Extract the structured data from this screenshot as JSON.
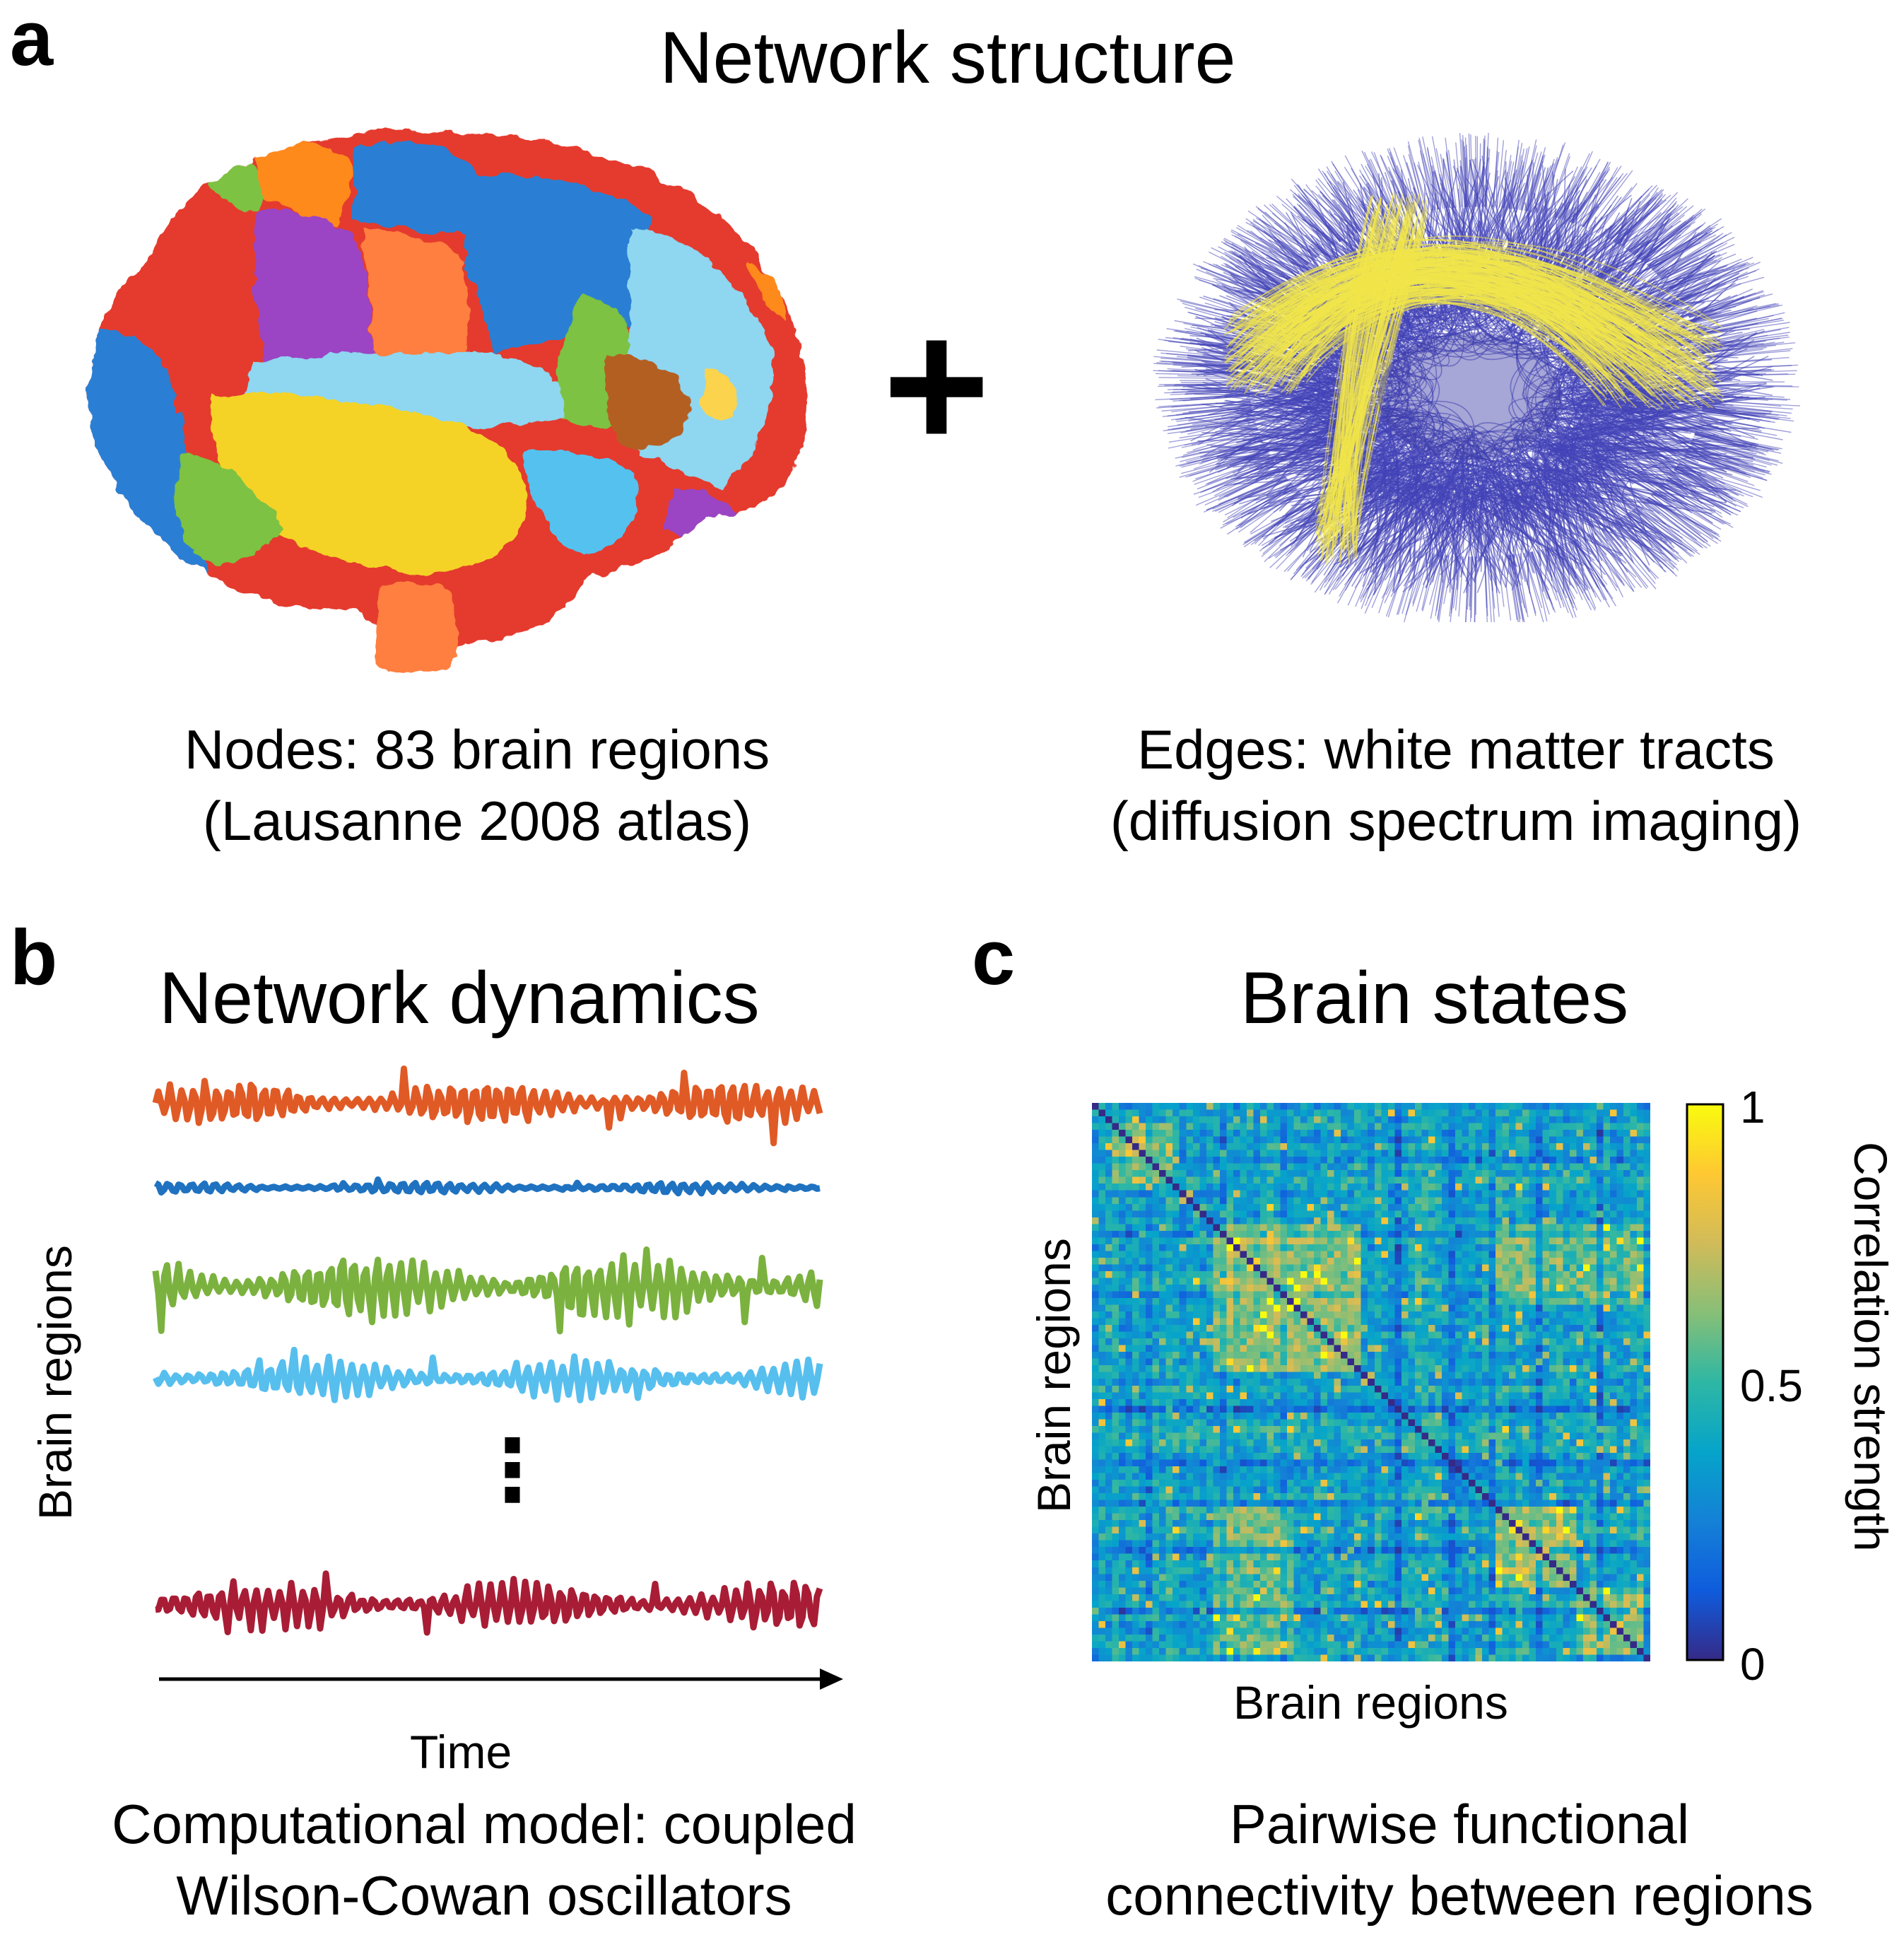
{
  "panel_a": {
    "letter": "a",
    "title": "Network structure",
    "plus": "+",
    "nodes_caption_line1": "Nodes: 83 brain regions",
    "nodes_caption_line2": "(Lausanne 2008 atlas)",
    "edges_caption_line1": "Edges: white matter tracts",
    "edges_caption_line2": "(diffusion spectrum imaging)",
    "atlas_colors": [
      "#e43b2e",
      "#2a7fd4",
      "#f5d327",
      "#ff8a1f",
      "#9b44c4",
      "#7dc242",
      "#8fd6f0",
      "#b45f22",
      "#ff7f3f",
      "#54c1ef"
    ],
    "tract_colors": {
      "main": "#4444b8",
      "highlight": "#f1e64a"
    }
  },
  "panel_b": {
    "letter": "b",
    "title": "Network dynamics",
    "ylabel": "Brain regions",
    "xlabel": "Time",
    "ellipsis": "⋮",
    "caption_line1": "Computational model: coupled",
    "caption_line2": "Wilson-Cowan oscillators",
    "traces": [
      {
        "color": "#e05a26",
        "amplitude": 0.9
      },
      {
        "color": "#1f72c0",
        "amplitude": 0.45
      },
      {
        "color": "#7bb23f",
        "amplitude": 1.0
      },
      {
        "color": "#57bfee",
        "amplitude": 0.75
      },
      {
        "color": "#a81d35",
        "amplitude": 0.85
      }
    ]
  },
  "panel_c": {
    "letter": "c",
    "title": "Brain states",
    "ylabel": "Brain regions",
    "xlabel": "Brain regions",
    "colorbar_label": "Correlation strength",
    "colorbar_ticks": [
      "1",
      "0.5",
      "0"
    ],
    "caption_line1": "Pairwise functional",
    "caption_line2": "connectivity between regions",
    "chart_data": {
      "type": "heatmap",
      "n_regions": 83,
      "value_range": [
        0,
        1
      ],
      "colormap": [
        "#352a87",
        "#0f5cdd",
        "#1481d6",
        "#06a4ca",
        "#2eb7a4",
        "#87bf77",
        "#d1bb59",
        "#fec832",
        "#f9fb0e"
      ],
      "diagonal_value": 0
    }
  }
}
